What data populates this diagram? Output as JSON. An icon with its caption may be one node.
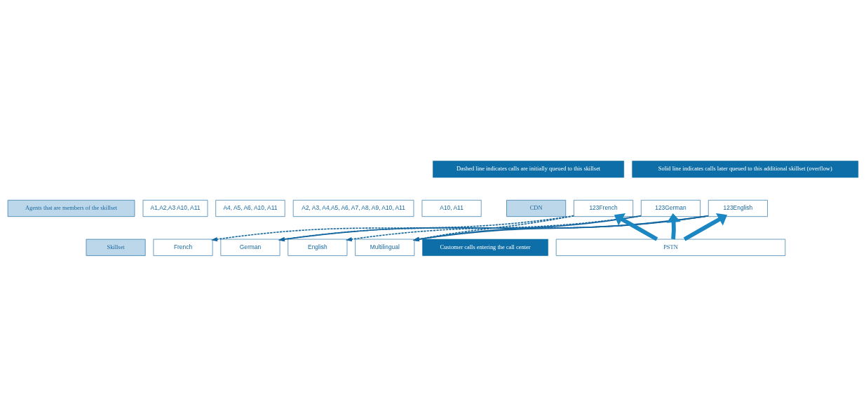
{
  "diagram": {
    "nodes": [
      {
        "text": [
          "Agents that are members of the skillset"
        ]
      },
      {
        "text": [
          "A1,A2,A3 A10, A11"
        ]
      },
      {
        "text": [
          "A4, A5, A6, A10, A11"
        ]
      },
      {
        "text": [
          "A2, A3, A4,A5, A6, A7, A8, A9, A10, A11"
        ]
      },
      {
        "text": [
          "A10, A11"
        ]
      },
      {
        "text": [
          "Skillset"
        ]
      },
      {
        "text": [
          "French"
        ]
      },
      {
        "text": [
          "German"
        ]
      },
      {
        "text": [
          "English"
        ]
      },
      {
        "text": [
          "Multilingual"
        ]
      },
      {
        "text": [
          "Dashed line indicates calls are initially queued to this skillset"
        ]
      },
      {
        "text": [
          "Solid line indicates calls later queued to this additional skillset (overflow)"
        ]
      },
      {
        "text": [
          "CDN"
        ]
      },
      {
        "text": [
          "123French"
        ]
      },
      {
        "text": [
          "123German"
        ]
      },
      {
        "text": [
          "123English"
        ]
      },
      {
        "text": [
          "Customer calls entering the call center"
        ]
      },
      {
        "text": [
          "PSTN"
        ]
      }
    ],
    "edges": [
      {
        "from": 13,
        "to": 6,
        "arrow": "to",
        "style": "dashed"
      },
      {
        "from": 13,
        "to": 9,
        "arrow": "to",
        "style": "dashed"
      },
      {
        "from": 14,
        "to": 7,
        "arrow": "to",
        "style": "dashed"
      },
      {
        "from": 14,
        "to": 9,
        "arrow": "to"
      },
      {
        "from": 15,
        "to": 8,
        "arrow": "to",
        "style": "dashed"
      },
      {
        "from": 15,
        "to": 7,
        "arrow": "to"
      },
      {
        "from": 15,
        "to": 9,
        "arrow": "to"
      },
      {
        "from": 17,
        "to": 13,
        "arrow": "to",
        "style": "thick",
        "color": "#1a87c2"
      },
      {
        "from": 17,
        "to": 14,
        "arrow": "to",
        "style": "thick",
        "color": "#1a87c2"
      },
      {
        "from": 17,
        "to": 15,
        "arrow": "to",
        "style": "thick",
        "color": "#1a87c2"
      }
    ]
  }
}
